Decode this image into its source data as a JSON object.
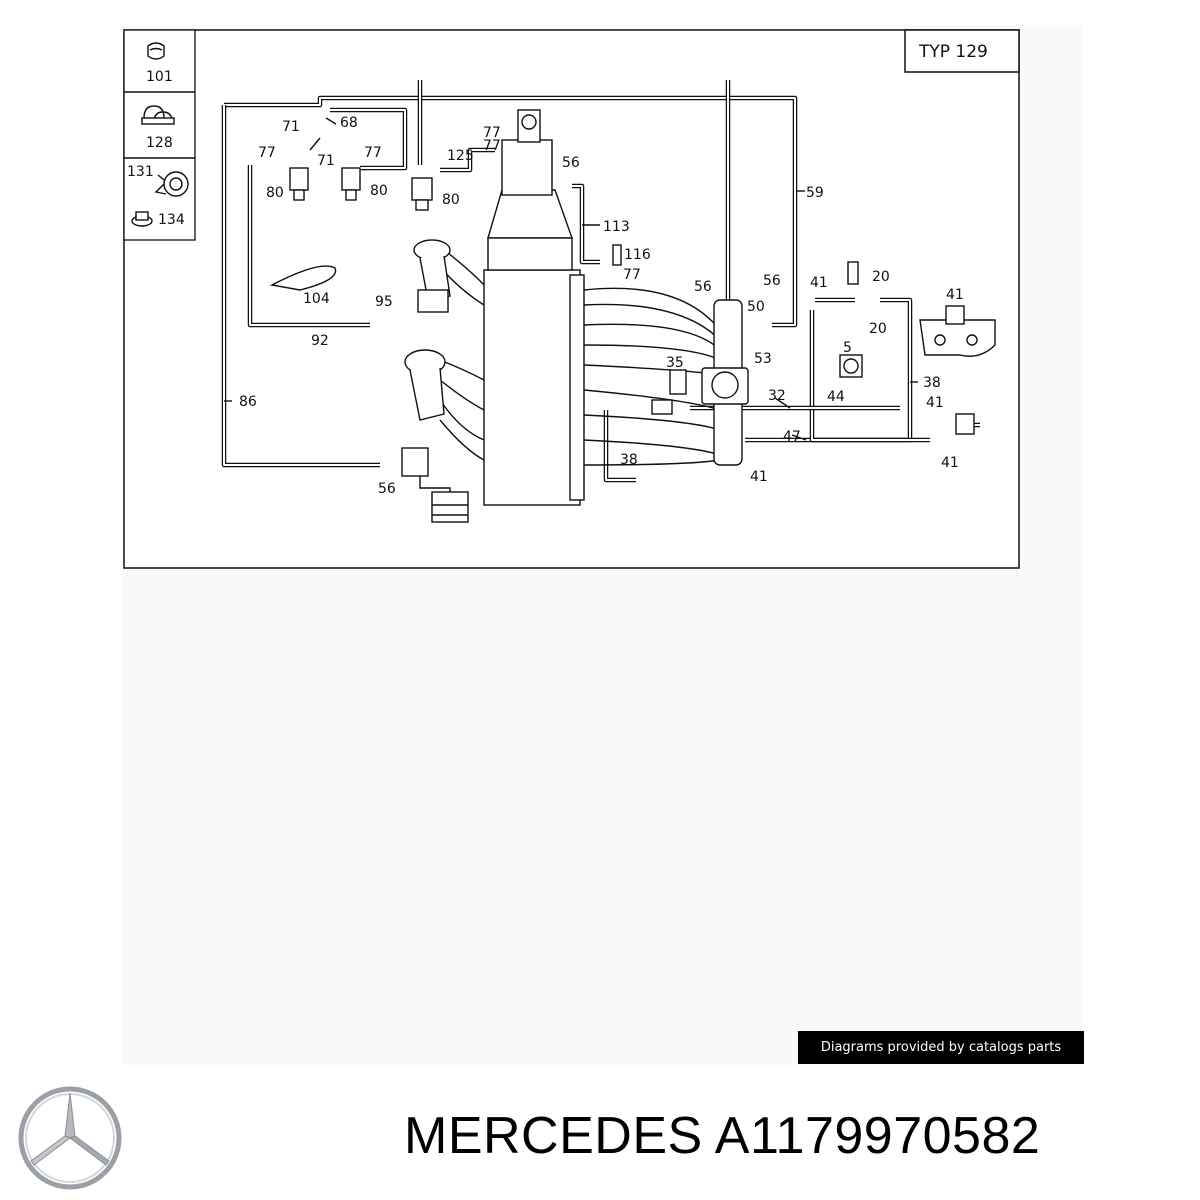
{
  "diagram": {
    "type_label": "TYP 129",
    "legend": [
      {
        "label": "101",
        "icon": "clip-icon"
      },
      {
        "label": "128",
        "icon": "double-clamp-icon"
      },
      {
        "label": "131",
        "icon": "hose-clamp-icon"
      },
      {
        "label": "134",
        "icon": "grommet-icon"
      }
    ],
    "callouts": [
      "71",
      "68",
      "77",
      "77",
      "71",
      "77",
      "80",
      "80",
      "77",
      "125",
      "80",
      "56",
      "113",
      "116",
      "77",
      "59",
      "104",
      "95",
      "92",
      "56",
      "50",
      "56",
      "53",
      "41",
      "20",
      "20",
      "41",
      "5",
      "35",
      "32",
      "44",
      "38",
      "41",
      "47",
      "41",
      "41",
      "38",
      "86",
      "56"
    ]
  },
  "credit": {
    "text": "Diagrams provided by catalogs parts"
  },
  "logo": {
    "icon": "three-pointed-star-logo-icon"
  },
  "caption": {
    "brand": "MERCEDES",
    "part_number": "A1179970582"
  }
}
